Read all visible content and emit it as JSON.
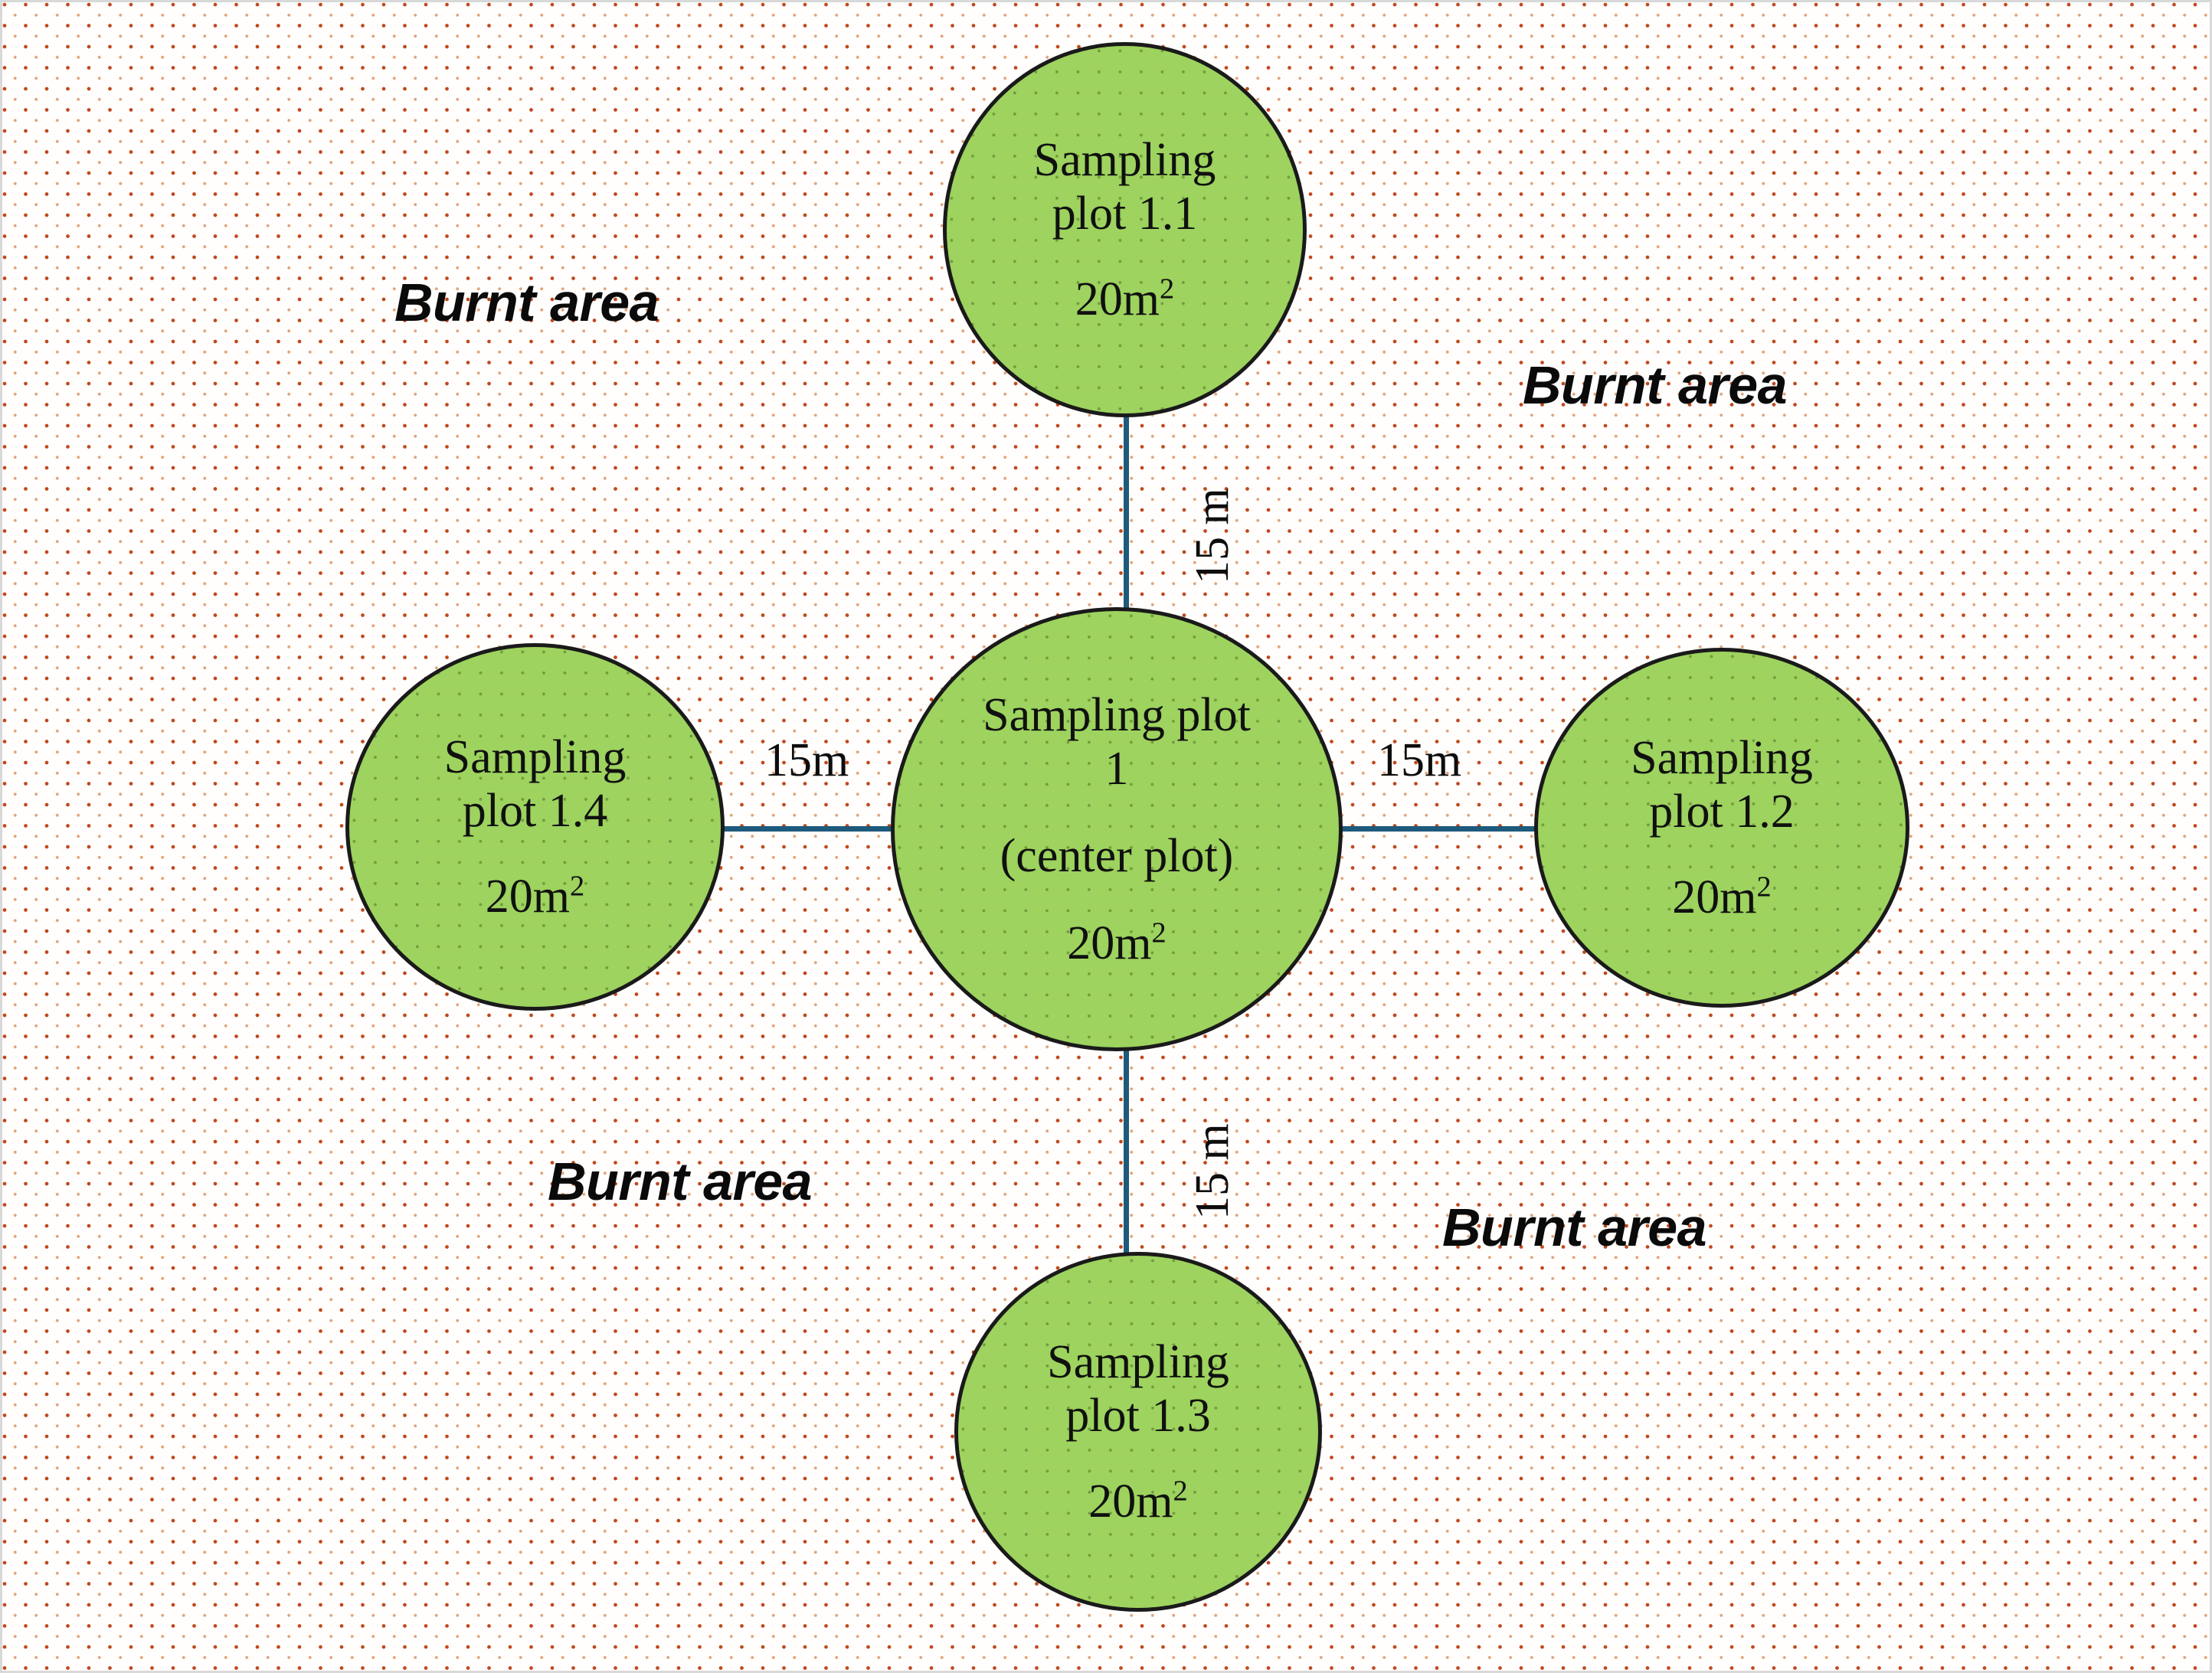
{
  "figure": {
    "type": "sampling-plot-layout-diagram",
    "background_label": "Burnt area",
    "colors": {
      "plot_fill": "#9dd35e",
      "plot_stroke": "#1a1a1a",
      "connector": "#1d5a7b",
      "burnt_dot": "#c1481a",
      "background": "#fffefd",
      "frame": "#d9d9d9"
    }
  },
  "plots": {
    "center": {
      "title": "Sampling plot\n1",
      "subtitle": "(center plot)",
      "area": "20m",
      "area_exponent": "2"
    },
    "north": {
      "title": "Sampling\nplot 1.1",
      "area": "20m",
      "area_exponent": "2"
    },
    "east": {
      "title": "Sampling\nplot 1.2",
      "area": "20m",
      "area_exponent": "2"
    },
    "south": {
      "title": "Sampling\nplot 1.3",
      "area": "20m",
      "area_exponent": "2"
    },
    "west": {
      "title": "Sampling\nplot 1.4",
      "area": "20m",
      "area_exponent": "2"
    }
  },
  "distances": {
    "north": "15 m",
    "east": "15m",
    "south": "15 m",
    "west": "15m"
  },
  "burnt_labels": {
    "top_left": "Burnt area",
    "top_right": "Burnt area",
    "bottom_left": "Burnt area",
    "bottom_right": "Burnt area"
  }
}
